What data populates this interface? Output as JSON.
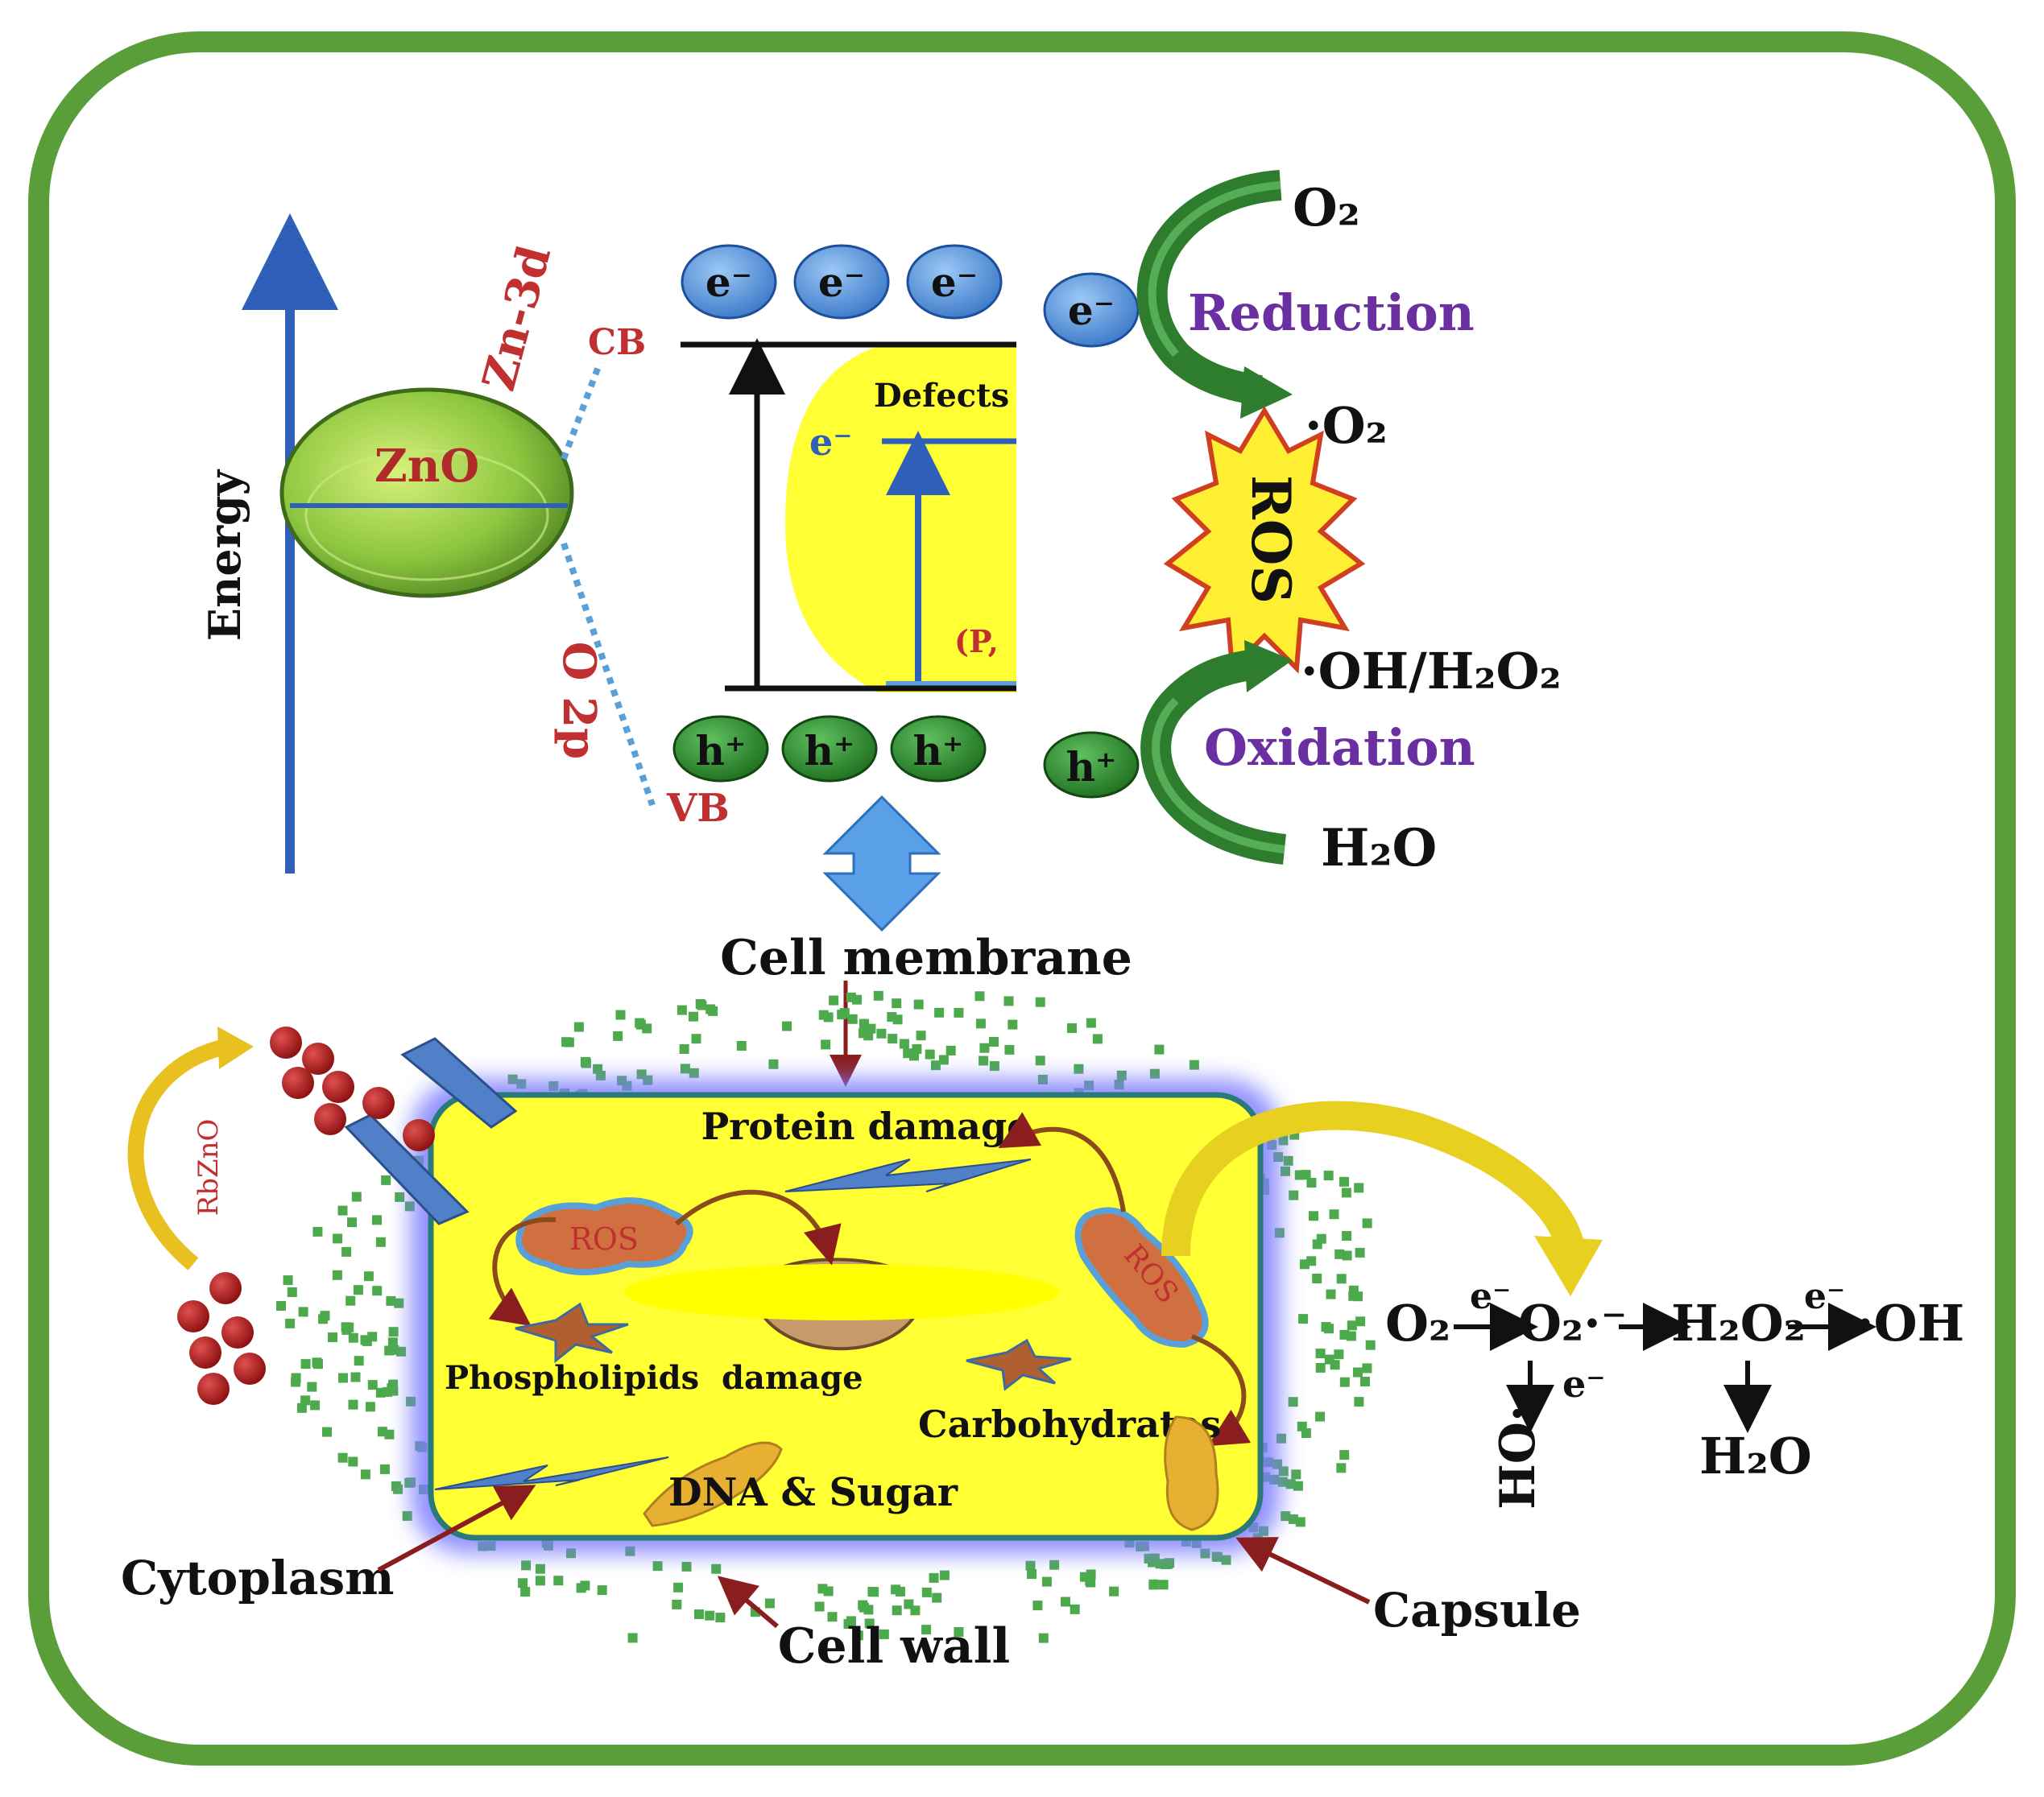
{
  "colors": {
    "frame": "#5a9e3a",
    "electron": "#4f8fd8",
    "hole": "#2e8b2e",
    "label_red": "#c03030",
    "label_purple": "#6a2fa0",
    "cell_fill": "#ffff33",
    "cell_glow": "#7b7bff",
    "capsule_dots": "#4caa4c",
    "dark_red_arrow": "#8a1e1e"
  },
  "band": {
    "energy_label": "Energy",
    "zno_label": "ZnO",
    "zn3d_label": "Zn-3d",
    "o2p_label": "O 2p",
    "cb_label": "CB",
    "vb_label": "VB",
    "defects_label": "Defects",
    "defect_e_label": "e⁻",
    "pn_label": "(P,",
    "electron_label": "e⁻",
    "hole_label": "h⁺"
  },
  "redox": {
    "o2_top": "O₂",
    "reduction": "Reduction",
    "o2_radical": "·O₂",
    "ros": "ROS",
    "oh_h2o2": "·OH/H₂O₂",
    "oxidation": "Oxidation",
    "h2o": "H₂O"
  },
  "cell": {
    "membrane_label": "Cell membrane",
    "protein_damage": "Protein damage",
    "ros_left": "ROS",
    "ros_right": "ROS",
    "phospholipids_damage": "Phospholipids  damage",
    "carbohydrates": "Carbohydrates",
    "dna_sugar": "DNA & Sugar",
    "cytoplasm": "Cytoplasm",
    "cell_wall": "Cell wall",
    "capsule": "Capsule",
    "rbzno": "RbZnO"
  },
  "reaction": {
    "o2": "O₂",
    "e_sup": "e⁻",
    "o2_superoxide": "O₂·⁻",
    "h2o2": "H₂O₂",
    "oh": "·OH",
    "e_side": "e⁻",
    "ho_radical": "HO·",
    "h2o": "H₂O"
  }
}
